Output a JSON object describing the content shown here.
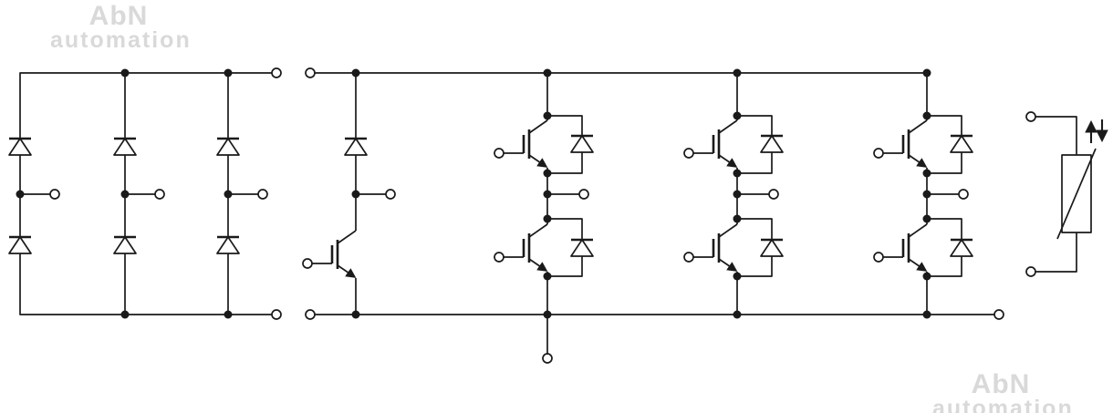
{
  "watermark": {
    "line1": "AbN",
    "line2": "automation"
  },
  "colors": {
    "line": "#1a1a1a",
    "background": "#ffffff",
    "watermark": "#d9d9d9"
  },
  "schematic": {
    "kind": "power electronics circuit diagram",
    "sections": {
      "rectifier": {
        "name": "three-phase diode rectifier bridge",
        "diode_count": 6,
        "ac_input_terminals": 3,
        "dc_output_terminals": 2
      },
      "brake_chopper": {
        "name": "brake chopper",
        "diode_count": 1,
        "igbt_count": 1,
        "gate_terminals": 1,
        "output_terminals": 1
      },
      "inverter": {
        "name": "three-phase IGBT inverter",
        "half_bridge_legs": 3,
        "igbt_count": 6,
        "freewheel_diode_count": 6,
        "gate_terminals": 6,
        "phase_output_terminals": 3,
        "dc_terminals": 3,
        "auxiliary_terminals": 1
      },
      "thermistor": {
        "name": "NTC thermistor",
        "terminals": 2
      }
    }
  }
}
